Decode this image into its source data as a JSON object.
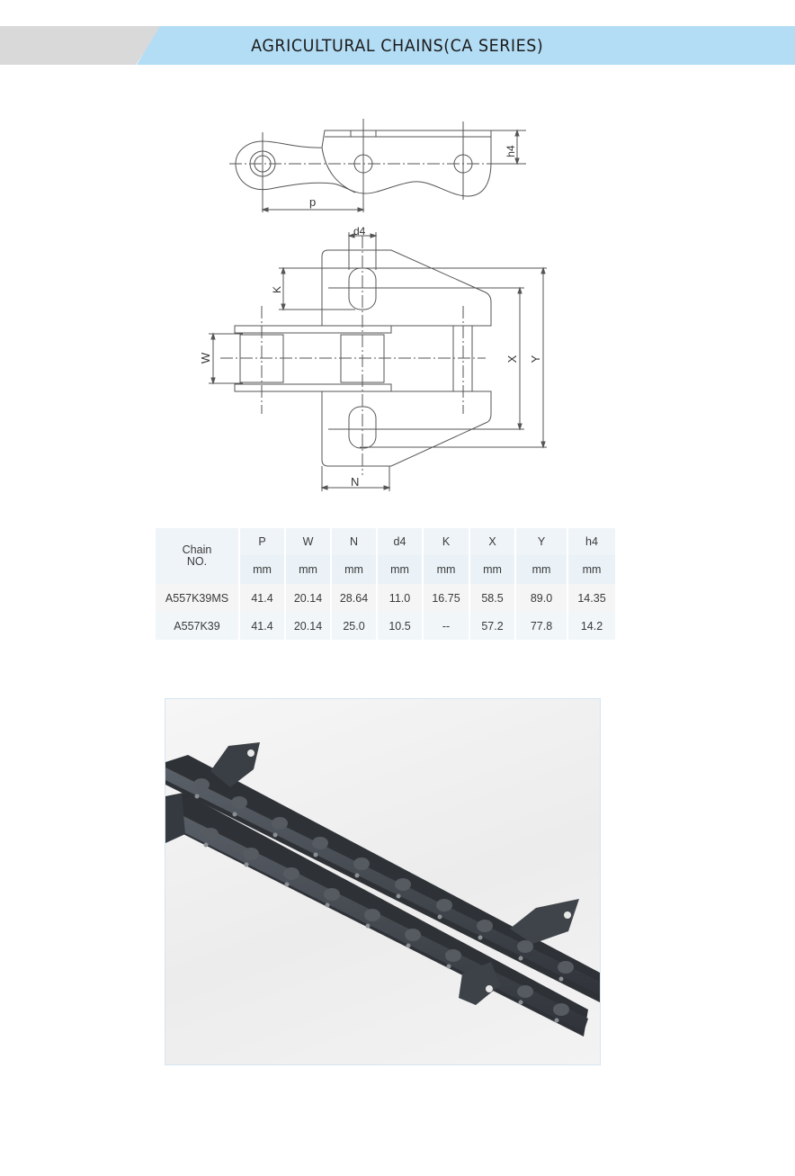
{
  "header": {
    "title": "AGRICULTURAL CHAINS(CA SERIES)",
    "colors": {
      "left_band": "#d9d9d9",
      "right_band": "#b3ddf5"
    }
  },
  "drawing": {
    "side_view_labels": {
      "pitch": "p",
      "height": "h4"
    },
    "top_view_labels": {
      "hole": "d4",
      "offset": "K",
      "width": "W",
      "hole_span": "X",
      "overall": "Y",
      "attachment_width": "N"
    }
  },
  "table": {
    "chain_header": "Chain\nNO.",
    "chain_header_line1": "Chain",
    "chain_header_line2": "NO.",
    "columns": [
      "P",
      "W",
      "N",
      "d4",
      "K",
      "X",
      "Y",
      "h4"
    ],
    "units": [
      "mm",
      "mm",
      "mm",
      "mm",
      "mm",
      "mm",
      "mm",
      "mm"
    ],
    "rows": [
      {
        "chain_no": "A557K39MS",
        "values": [
          "41.4",
          "20.14",
          "28.64",
          "11.0",
          "16.75",
          "58.5",
          "89.0",
          "14.35"
        ]
      },
      {
        "chain_no": "A557K39",
        "values": [
          "41.4",
          "20.14",
          "25.0",
          "10.5",
          "--",
          "57.2",
          "77.8",
          "14.2"
        ]
      }
    ]
  },
  "photo": {
    "subject": "product-photo-agricultural-chains"
  }
}
